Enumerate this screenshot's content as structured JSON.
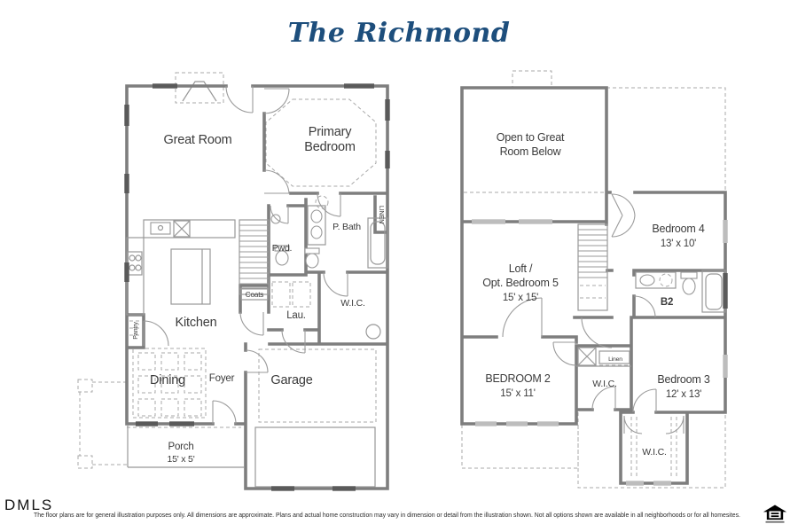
{
  "title": "The Richmond",
  "colors": {
    "title_blue": "#1d4e7c",
    "wall_gray": "#7e7e7e",
    "label_gray": "#3b3b3b",
    "window_dark": "#5a5a5a"
  },
  "floor1": {
    "labels": {
      "great_room": "Great Room",
      "primary_bedroom": [
        "Primary",
        "Bedroom"
      ],
      "p_bath": "P. Bath",
      "linen": "LINEN",
      "pwd": "Pwd.",
      "kitchen": "Kitchen",
      "pantry": "Pantry",
      "coats": "Coats",
      "lau": "Lau.",
      "wic": "W.I.C.",
      "dining": "Dining",
      "foyer": "Foyer",
      "garage": "Garage",
      "porch": "Porch",
      "porch_dim": "15' x 5'"
    }
  },
  "floor2": {
    "labels": {
      "open_below": [
        "Open to Great",
        "Room Below"
      ],
      "loft": [
        "Loft /",
        "Opt. Bedroom 5"
      ],
      "loft_dim": "15' x 15'",
      "bedroom4": "Bedroom 4",
      "bedroom4_dim": "13' x 10'",
      "b2": "B2",
      "bedroom2": "BEDROOM 2",
      "bedroom2_dim": "15' x 11'",
      "wic_mid": "W.I.C.",
      "linen": "Linen",
      "bedroom3": "Bedroom 3",
      "bedroom3_dim": "12' x 13'",
      "wic_bottom": "W.I.C."
    }
  },
  "footer": {
    "logo": "DMLS",
    "disclaimer": "The floor plans are for general illustration purposes only. All dimensions are approximate. Plans and actual home construction may vary in dimension or detail from the illustration shown. Not all options shown are available in all neighborhoods or for all homesites."
  }
}
